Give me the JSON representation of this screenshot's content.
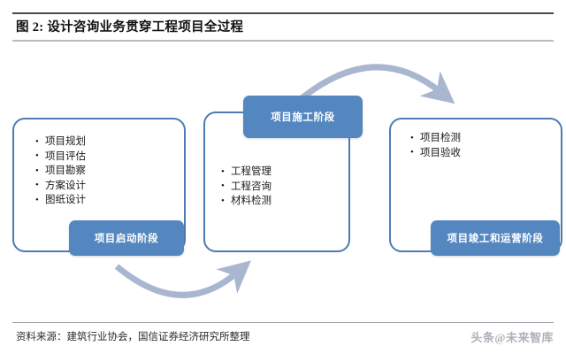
{
  "figure": {
    "title": "图 2: 设计咨询业务贯穿工程项目全过程",
    "source_note": "资料来源：建筑行业协会，国信证券经济研究所整理",
    "watermark": "头条@未来智库"
  },
  "colors": {
    "stage_label_fill": "#5487c0",
    "stage_box_border": "#4e7cb0",
    "arrow": "#a9b6cf",
    "title_rule_top": "#4a4a4a",
    "title_rule_bottom": "#b9bcc2"
  },
  "stages": [
    {
      "id": "stage-1",
      "label": "项目启动阶段",
      "items": [
        "项目规划",
        "项目评估",
        "项目勘察",
        "方案设计",
        "图纸设计"
      ]
    },
    {
      "id": "stage-2",
      "label": "项目施工阶段",
      "items": [
        "工程管理",
        "工程咨询",
        "材料检测"
      ]
    },
    {
      "id": "stage-3",
      "label": "项目竣工和运营阶段",
      "items": [
        "项目检测",
        "项目验收"
      ]
    }
  ],
  "arrows": [
    {
      "id": "arrow-1-to-2",
      "from": "stage-1",
      "to": "stage-2",
      "shape": "curve-down"
    },
    {
      "id": "arrow-2-to-3",
      "from": "stage-2",
      "to": "stage-3",
      "shape": "curve-up"
    }
  ]
}
